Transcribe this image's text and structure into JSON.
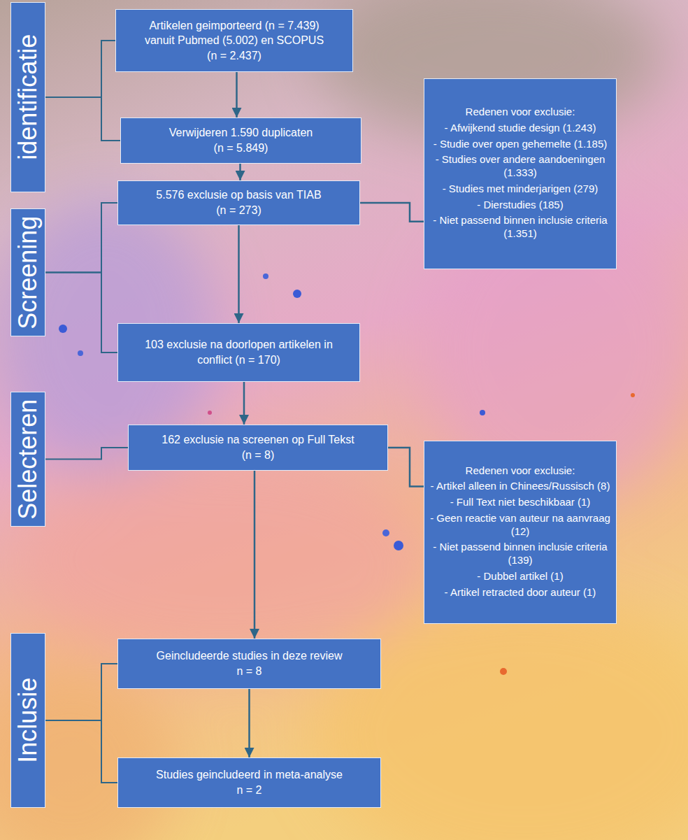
{
  "diagram": {
    "nodes": [
      {
        "text": [
          "identificatie"
        ]
      },
      {
        "text": [
          "Artikelen geimporteerd (n = 7.439) vanuit Pubmed (5.002) en SCOPUS (n = 2.437)"
        ]
      },
      {
        "text": [
          "Verwijderen 1.590 duplicaten",
          "(n = 5.849)"
        ]
      },
      {
        "text": [
          "Screening"
        ]
      },
      {
        "text": [
          "5.576 exclusie op basis van TIAB",
          "(n = 273)"
        ]
      },
      {
        "text": [
          "Redenen voor exclusie:",
          "- Afwijkend studie design (1.243)",
          "- Studie over open gehemelte (1.185)",
          "- Studies over andere aandoeningen (1.333)",
          "- Studies met minderjarigen (279)",
          "- Dierstudies (185)",
          "- Niet passend binnen inclusie criteria (1.351)"
        ]
      },
      {
        "text": [
          "103 exclusie na doorlopen artikelen in conflict (n = 170)"
        ]
      },
      {
        "text": [
          "Selecteren"
        ]
      },
      {
        "text": [
          "162 exclusie na screenen op Full Tekst",
          "(n = 8)"
        ]
      },
      {
        "text": [
          "Redenen voor exclusie:",
          "- Artikel alleen in Chinees/Russisch (8)",
          "- Full Text niet beschikbaar (1)",
          "- Geen reactie van auteur na aanvraag (12)",
          "- Niet passend binnen inclusie criteria (139)",
          "- Dubbel artikel (1)",
          "- Artikel retracted door auteur (1)"
        ]
      },
      {
        "text": [
          "Inclusie"
        ]
      },
      {
        "text": [
          "Geincludeerde studies in deze review",
          "n = 8"
        ]
      },
      {
        "text": [
          "Studies geincludeerd in meta-analyse",
          "n = 2"
        ]
      }
    ],
    "edges": [
      {
        "from": 1,
        "to": 2,
        "arrow": "to"
      },
      {
        "from": 2,
        "to": 4,
        "arrow": "to"
      },
      {
        "from": 4,
        "to": 6,
        "arrow": "to"
      },
      {
        "from": 6,
        "to": 8,
        "arrow": "to"
      },
      {
        "from": 8,
        "to": 11,
        "arrow": "to"
      },
      {
        "from": 11,
        "to": 12,
        "arrow": "to"
      },
      {
        "from": 4,
        "to": 5,
        "arrow": "none"
      },
      {
        "from": 8,
        "to": 9,
        "arrow": "none"
      },
      {
        "from": 0,
        "to": 1,
        "arrow": "none"
      },
      {
        "from": 0,
        "to": 2,
        "arrow": "none"
      },
      {
        "from": 3,
        "to": 4,
        "arrow": "none"
      },
      {
        "from": 3,
        "to": 6,
        "arrow": "none"
      },
      {
        "from": 7,
        "to": 8,
        "arrow": "none"
      },
      {
        "from": 10,
        "to": 11,
        "arrow": "none"
      },
      {
        "from": 10,
        "to": 12,
        "arrow": "none"
      }
    ]
  }
}
